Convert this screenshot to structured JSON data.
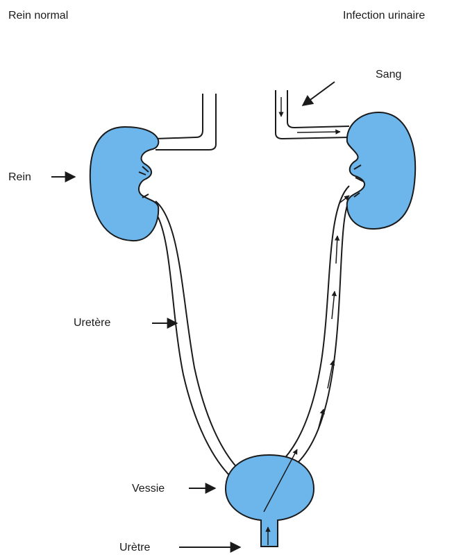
{
  "headings": {
    "left": "Rein normal",
    "right": "Infection urinaire"
  },
  "labels": {
    "blood": "Sang",
    "kidney": "Rein",
    "ureter": "Uretère",
    "bladder": "Vessie",
    "urethra": "Urètre"
  },
  "colors": {
    "organ_fill": "#6cb6ec",
    "outline": "#1a1a1a",
    "background": "#ffffff"
  }
}
